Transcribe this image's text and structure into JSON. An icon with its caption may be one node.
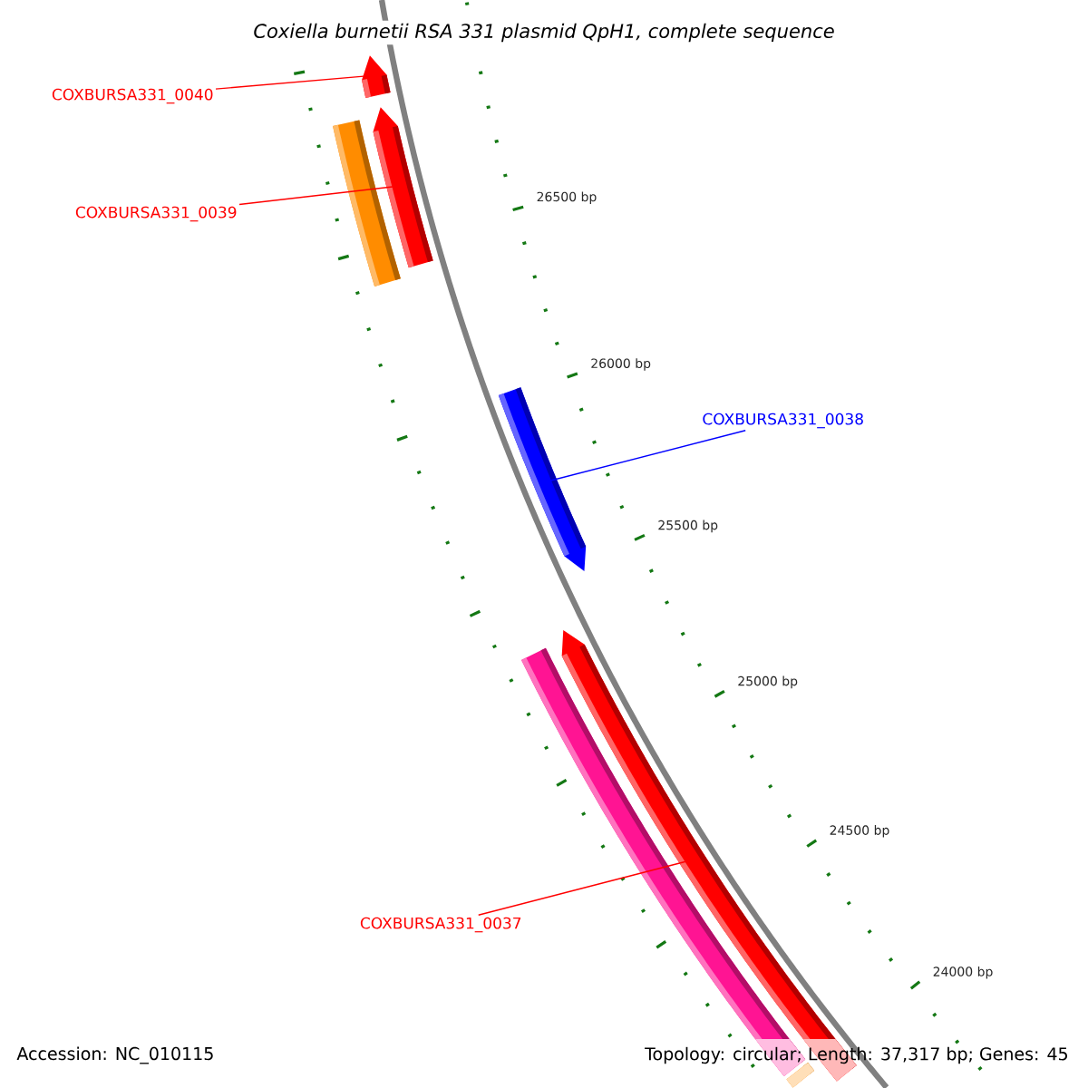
{
  "diagram": {
    "title": "Coxiella burnetii RSA 331 plasmid QpH1, complete sequence",
    "nodes": [
      {
        "text": [
          "COXBURSA331_0040"
        ]
      },
      {
        "text": [],
        "shape": "arrow"
      },
      {
        "text": [
          "COXBURSA331_0039"
        ]
      },
      {
        "text": [],
        "shape": "arrow"
      },
      {
        "text": [],
        "shape": "bar"
      },
      {
        "text": [
          "COXBURSA331_0038"
        ]
      },
      {
        "text": [],
        "shape": "arrow"
      },
      {
        "text": [],
        "shape": "arrow"
      },
      {
        "text": [],
        "shape": "bar"
      },
      {
        "text": [
          "COXBURSA331_0037"
        ]
      },
      {
        "text": [],
        "shape": "bar"
      }
    ],
    "edges": [
      {
        "from": 0,
        "to": 1,
        "arrow": "none"
      },
      {
        "from": 2,
        "to": 3,
        "arrow": "none"
      },
      {
        "from": 5,
        "to": 6,
        "arrow": "none",
        "color": "#0000ff"
      },
      {
        "from": 9,
        "to": 7,
        "arrow": "none"
      }
    ],
    "labels": [
      "26500 bp",
      "26000 bp",
      "25500 bp",
      "25000 bp",
      "24500 bp",
      "24000 bp",
      "Accession: NC_010115",
      "Topology: circular; Length: 37,317 bp; Genes: 45"
    ]
  }
}
